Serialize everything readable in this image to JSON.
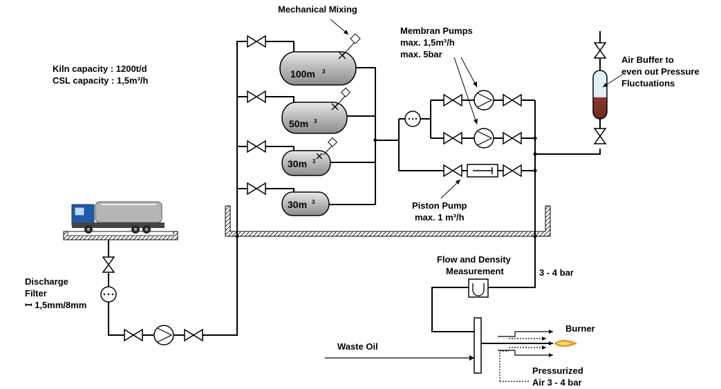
{
  "labels": {
    "mechanical_mixing": "Mechanical Mixing",
    "membran_pumps_1": "Membran Pumps",
    "membran_pumps_2": "max. 1,5m³/h",
    "membran_pumps_3": "max. 5bar",
    "air_buffer_1": "Air Buffer to",
    "air_buffer_2": "even out Pressure",
    "air_buffer_3": "Fluctuations",
    "kiln_capacity": "Kiln capacity  : 1200t/d",
    "csl_capacity": "CSL capacity   :     1,5m³/h",
    "piston_pump_1": "Piston Pump",
    "piston_pump_2": "max. 1 m³/h",
    "flow_density_1": "Flow and Density",
    "flow_density_2": "Measurement",
    "pressure_3_4": "3 - 4 bar",
    "discharge_1": "Discharge",
    "discharge_2": "Filter",
    "discharge_3": "ꟷ 1,5mm/8mm",
    "burner": "Burner",
    "waste_oil": "Waste Oil",
    "pressurized_1": "Pressurized",
    "pressurized_2": "Air   3 - 4 bar"
  },
  "tanks": [
    {
      "volume": "100m",
      "exp": "3"
    },
    {
      "volume": "50m",
      "exp": "3"
    },
    {
      "volume": "30m",
      "exp": "3"
    },
    {
      "volume": "30m",
      "exp": "3"
    }
  ],
  "colors": {
    "tank_fill": "#b8b8b8",
    "truck_cab": "#1f5aa8",
    "air_buffer_liquid": "#8b3a2a",
    "air_buffer_top": "#c8e6f0",
    "flame": "#f5a623"
  },
  "icons": [
    "valve-icon",
    "pump-icon",
    "filter-icon",
    "mixer-icon",
    "truck-icon",
    "flow-meter-icon",
    "burner-flame-icon"
  ]
}
